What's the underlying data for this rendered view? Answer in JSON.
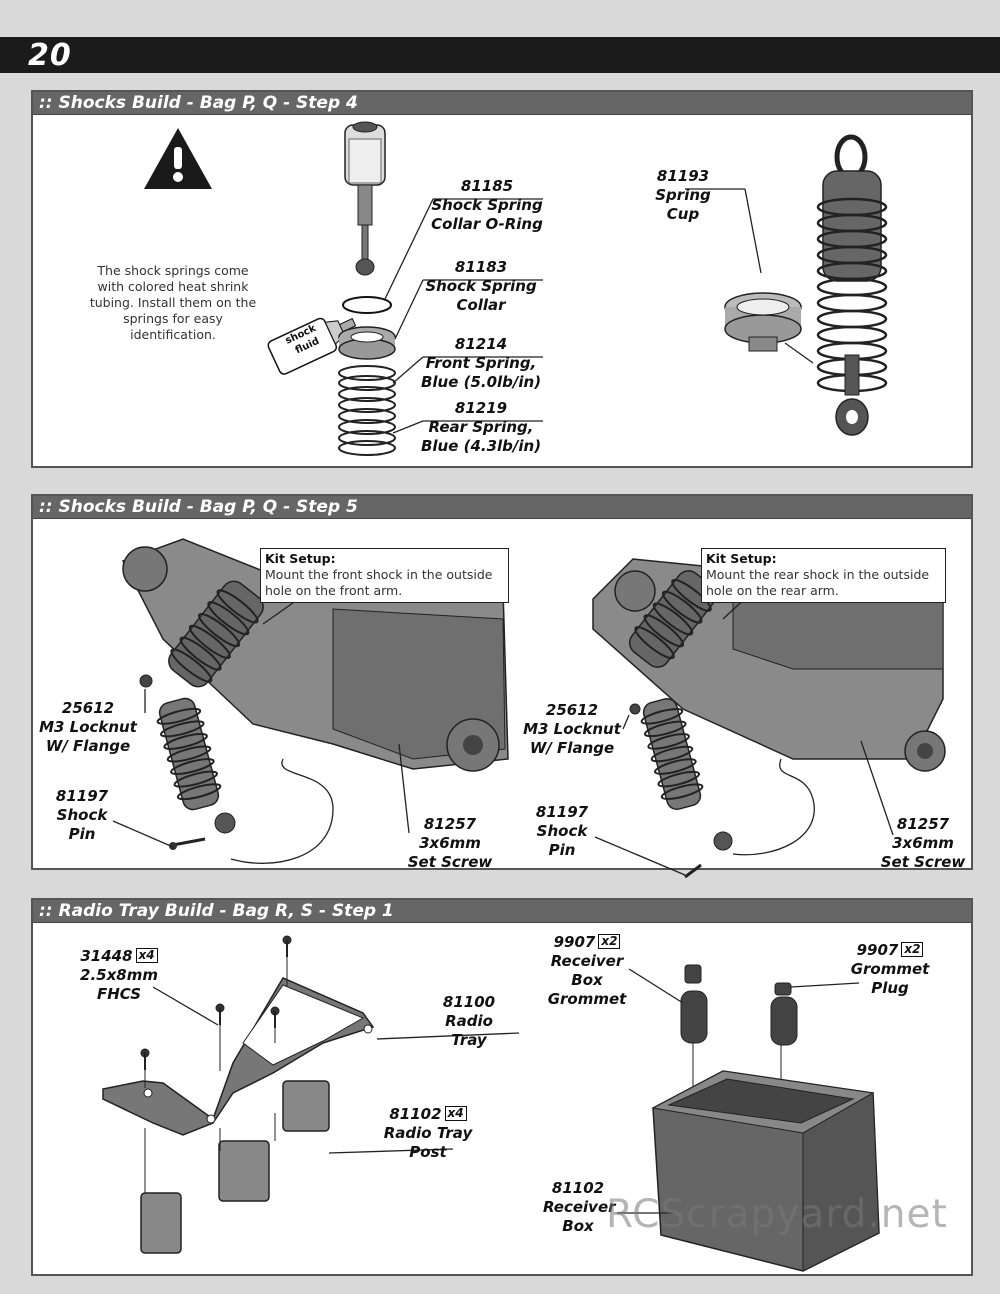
{
  "page_number": "20",
  "step4": {
    "header": ":: Shocks Build - Bag P, Q - Step 4",
    "warning": "The shock springs come with colored heat shrink tubing. Install them on the springs for easy identification.",
    "bottle_label": "shock fluid",
    "parts": [
      {
        "number": "81185",
        "label": "Shock Spring Collar O-Ring"
      },
      {
        "number": "81183",
        "label": "Shock Spring Collar"
      },
      {
        "number": "81214",
        "label": "Front Spring, Blue (5.0lb/in)"
      },
      {
        "number": "81219",
        "label": "Rear Spring, Blue (4.3lb/in)"
      },
      {
        "number": "81193",
        "label": "Spring Cup"
      }
    ]
  },
  "step5": {
    "header": ":: Shocks Build - Bag P, Q - Step 5",
    "front_note": {
      "title": "Kit Setup:",
      "text": "Mount the front shock in the outside hole on the front arm."
    },
    "rear_note": {
      "title": "Kit Setup:",
      "text": "Mount the rear shock in the outside hole on the rear arm."
    },
    "parts": [
      {
        "number": "25612",
        "label": "M3 Locknut W/ Flange"
      },
      {
        "number": "81197",
        "label": "Shock Pin"
      },
      {
        "number": "81257",
        "label": "3x6mm Set Screw"
      }
    ]
  },
  "radio": {
    "header": ":: Radio Tray Build - Bag R, S - Step 1",
    "parts": [
      {
        "number": "31448",
        "qty": "x4",
        "label": "2.5x8mm FHCS"
      },
      {
        "number": "81100",
        "qty": "",
        "label": "Radio Tray"
      },
      {
        "number": "81102",
        "qty": "x4",
        "label": "Radio Tray Post"
      },
      {
        "number": "9907",
        "qty": "x2",
        "label": "Receiver Box Grommet"
      },
      {
        "number": "9907",
        "qty": "x2",
        "label": "Grommet Plug"
      },
      {
        "number": "81102",
        "qty": "",
        "label": "Receiver Box"
      }
    ]
  },
  "watermark": "RCScrapyard.net"
}
